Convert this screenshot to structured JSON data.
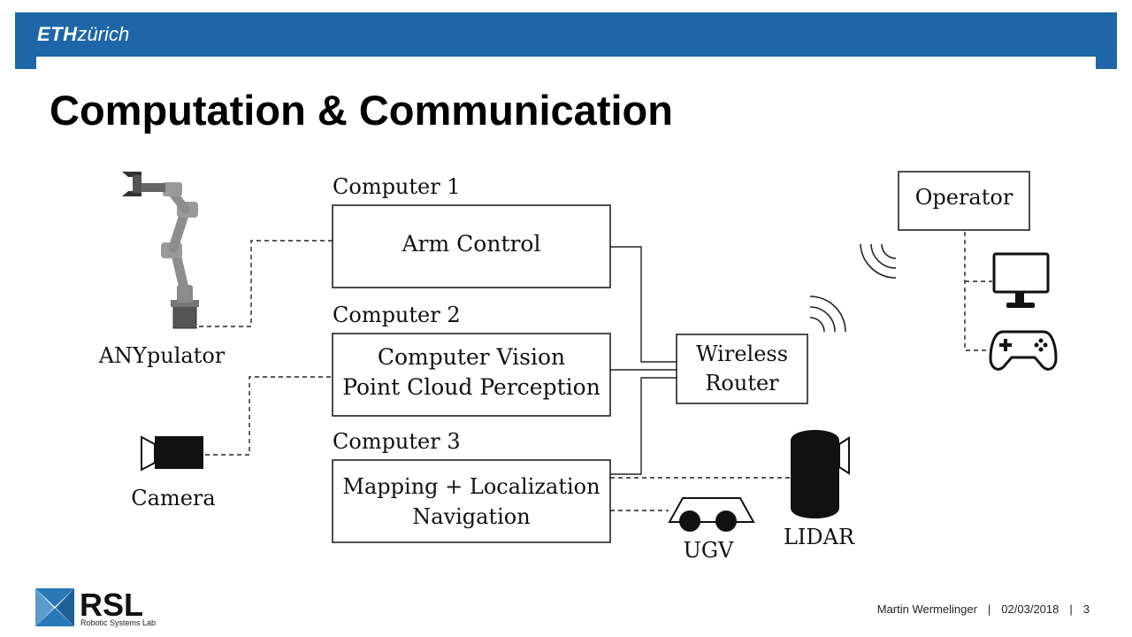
{
  "header": {
    "logo_eth": "ETH",
    "logo_zurich": "zürich",
    "brand_color": "#1f66a6"
  },
  "title": "Computation & Communication",
  "diagram": {
    "computer1": {
      "label": "Computer 1",
      "box_text": "Arm Control"
    },
    "computer2": {
      "label": "Computer 2",
      "box_line1": "Computer Vision",
      "box_line2": "Point Cloud Perception"
    },
    "computer3": {
      "label": "Computer 3",
      "box_line1": "Mapping + Localization",
      "box_line2": "Navigation"
    },
    "router": {
      "line1": "Wireless",
      "line2": "Router"
    },
    "operator": "Operator",
    "anypulator": "ANYpulator",
    "camera": "Camera",
    "ugv": "UGV",
    "lidar": "LIDAR",
    "icons": [
      "robot-arm-icon",
      "camera-icon",
      "ugv-icon",
      "lidar-icon",
      "monitor-icon",
      "gamepad-icon",
      "wifi-signal-icon"
    ]
  },
  "footer": {
    "logo": "RSL",
    "logo_subtitle": "Robotic Systems Lab",
    "author": "Martin Wermelinger",
    "date": "02/03/2018",
    "page": "3"
  }
}
